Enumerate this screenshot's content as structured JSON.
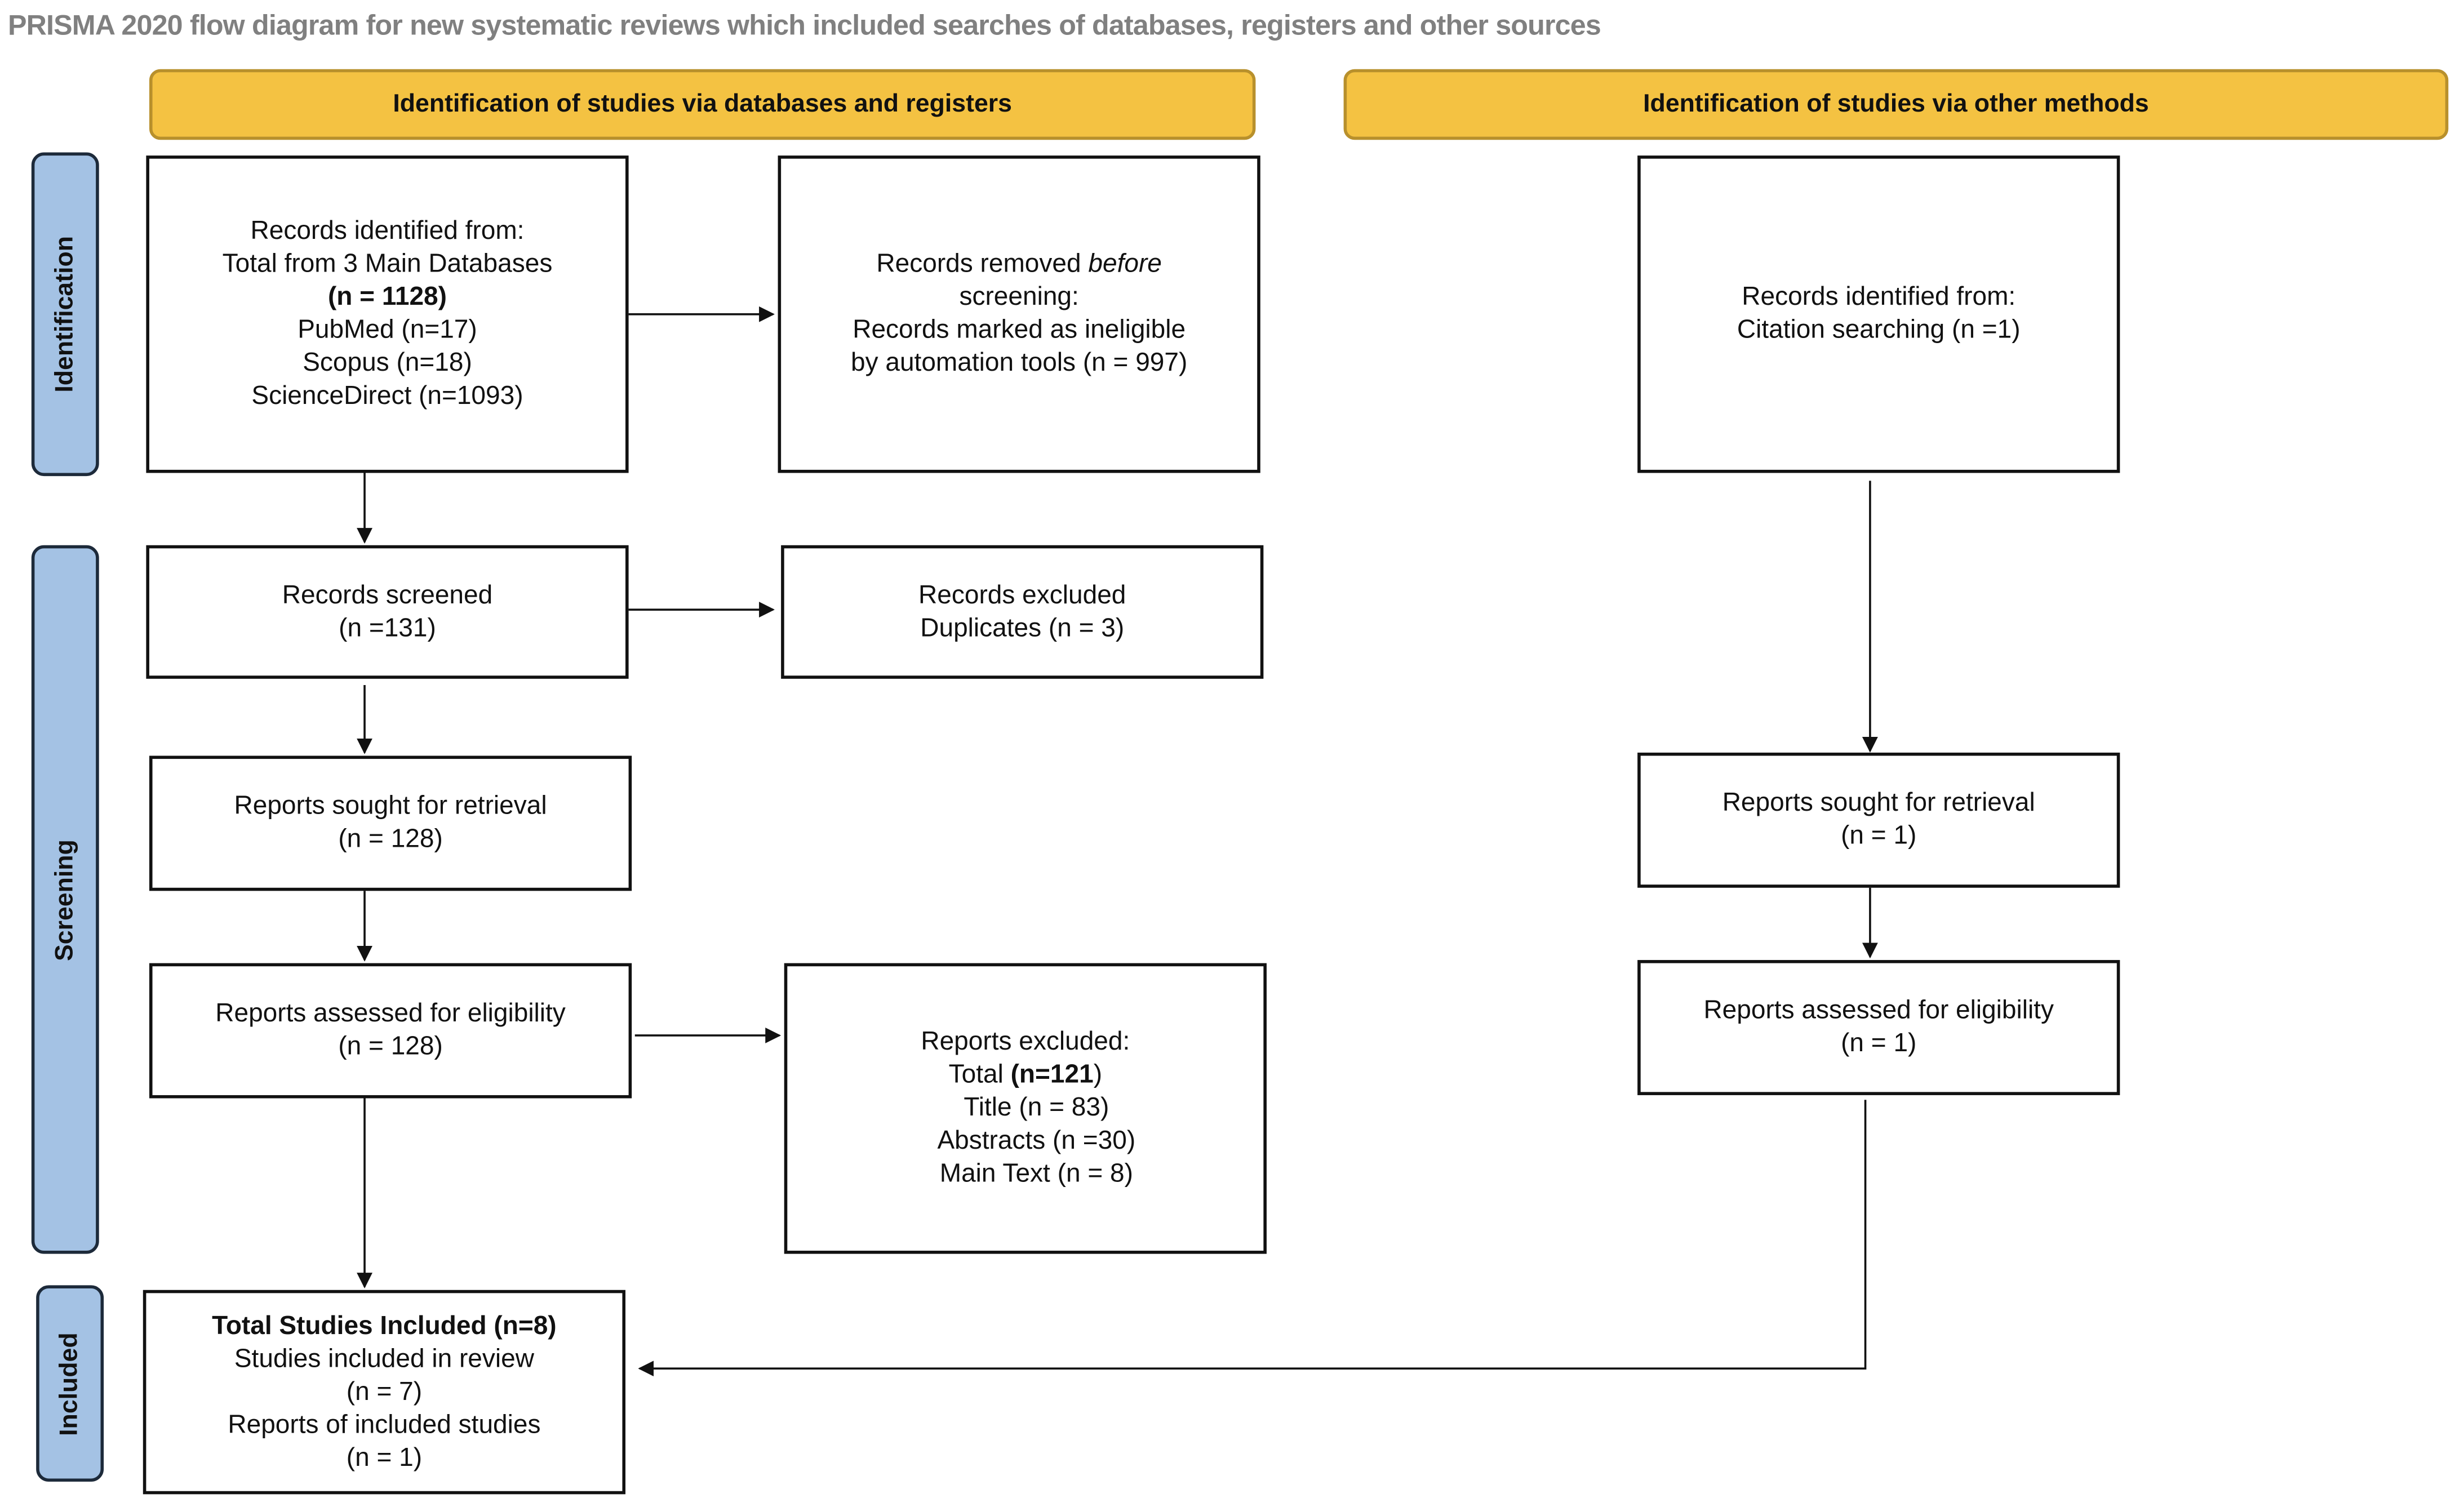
{
  "title": "PRISMA 2020 flow diagram for new systematic reviews which included searches of databases, registers and other sources",
  "headers": {
    "databases": "Identification of studies via databases and registers",
    "other": "Identification of studies via other methods"
  },
  "stages": {
    "identification": "Identification",
    "screening": "Screening",
    "included": "Included"
  },
  "colors": {
    "header": "#f4c242",
    "stage": "#a4c2e4",
    "title": "#808080"
  },
  "boxes": {
    "records_identified": {
      "line1": "Records identified from:",
      "line2": "Total from 3 Main Databases",
      "line3": "(n = 1128)",
      "line4": "PubMed (n=17)",
      "line5": "Scopus (n=18)",
      "line6": "ScienceDirect (n=1093)"
    },
    "records_removed": {
      "line1a": "Records removed ",
      "line1b": "before",
      "line2": "screening:",
      "line3": "Records marked as ineligible",
      "line4": "by automation tools (n = 997)"
    },
    "other_identified": {
      "line1": "Records identified from:",
      "line2": "Citation searching (n =1)"
    },
    "records_screened": {
      "line1": "Records screened",
      "line2": "(n =131)"
    },
    "records_excluded": {
      "line1": "Records excluded",
      "line2": "Duplicates (n = 3)"
    },
    "reports_sought": {
      "line1": "Reports sought for retrieval",
      "line2": "(n = 128)"
    },
    "other_sought": {
      "line1": "Reports sought for retrieval",
      "line2": "(n = 1)"
    },
    "reports_assessed": {
      "line1": "Reports assessed for eligibility",
      "line2": "(n = 128)"
    },
    "reports_excluded": {
      "line1": "Reports excluded:",
      "line2a": "Total ",
      "line2b": "(n=121",
      "line2c": ")",
      "line3": "Title (n = 83)",
      "line4": "Abstracts (n =30)",
      "line5": "Main Text (n = 8)"
    },
    "other_assessed": {
      "line1": "Reports assessed for eligibility",
      "line2": "(n = 1)"
    },
    "included": {
      "line1": "Total Studies Included (n=8)",
      "line2": "Studies included in review",
      "line3": "(n = 7)",
      "line4": "Reports of included studies",
      "line5": "(n = 1)"
    }
  }
}
